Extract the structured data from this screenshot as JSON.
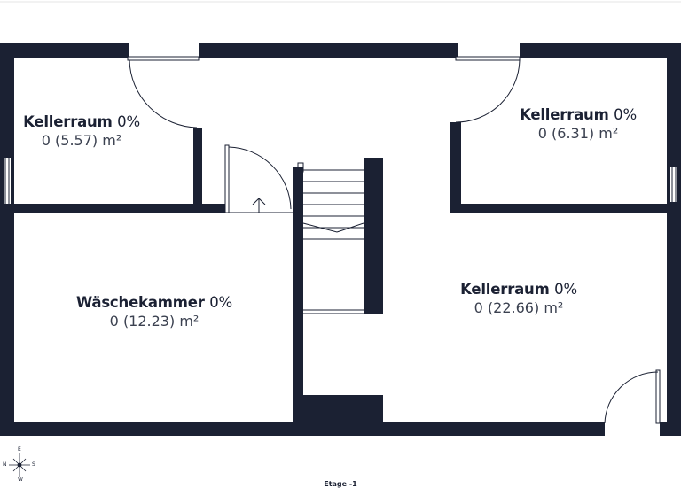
{
  "floor": {
    "label": "Etage -1"
  },
  "rooms": [
    {
      "id": "kellerraum-1",
      "name": "Kellerraum",
      "percent": "0%",
      "area": "0 (5.57) m²"
    },
    {
      "id": "kellerraum-2",
      "name": "Kellerraum",
      "percent": "0%",
      "area": "0 (6.31) m²"
    },
    {
      "id": "waeschekammer",
      "name": "Wäschekammer",
      "percent": "0%",
      "area": "0 (12.23) m²"
    },
    {
      "id": "kellerraum-3",
      "name": "Kellerraum",
      "percent": "0%",
      "area": "0 (22.66) m²"
    }
  ],
  "compass": {
    "north": "N",
    "east": "E",
    "south": "S",
    "west": "W"
  },
  "colors": {
    "wall": "#1b2133",
    "line": "#1b2133",
    "background": "#ffffff"
  }
}
